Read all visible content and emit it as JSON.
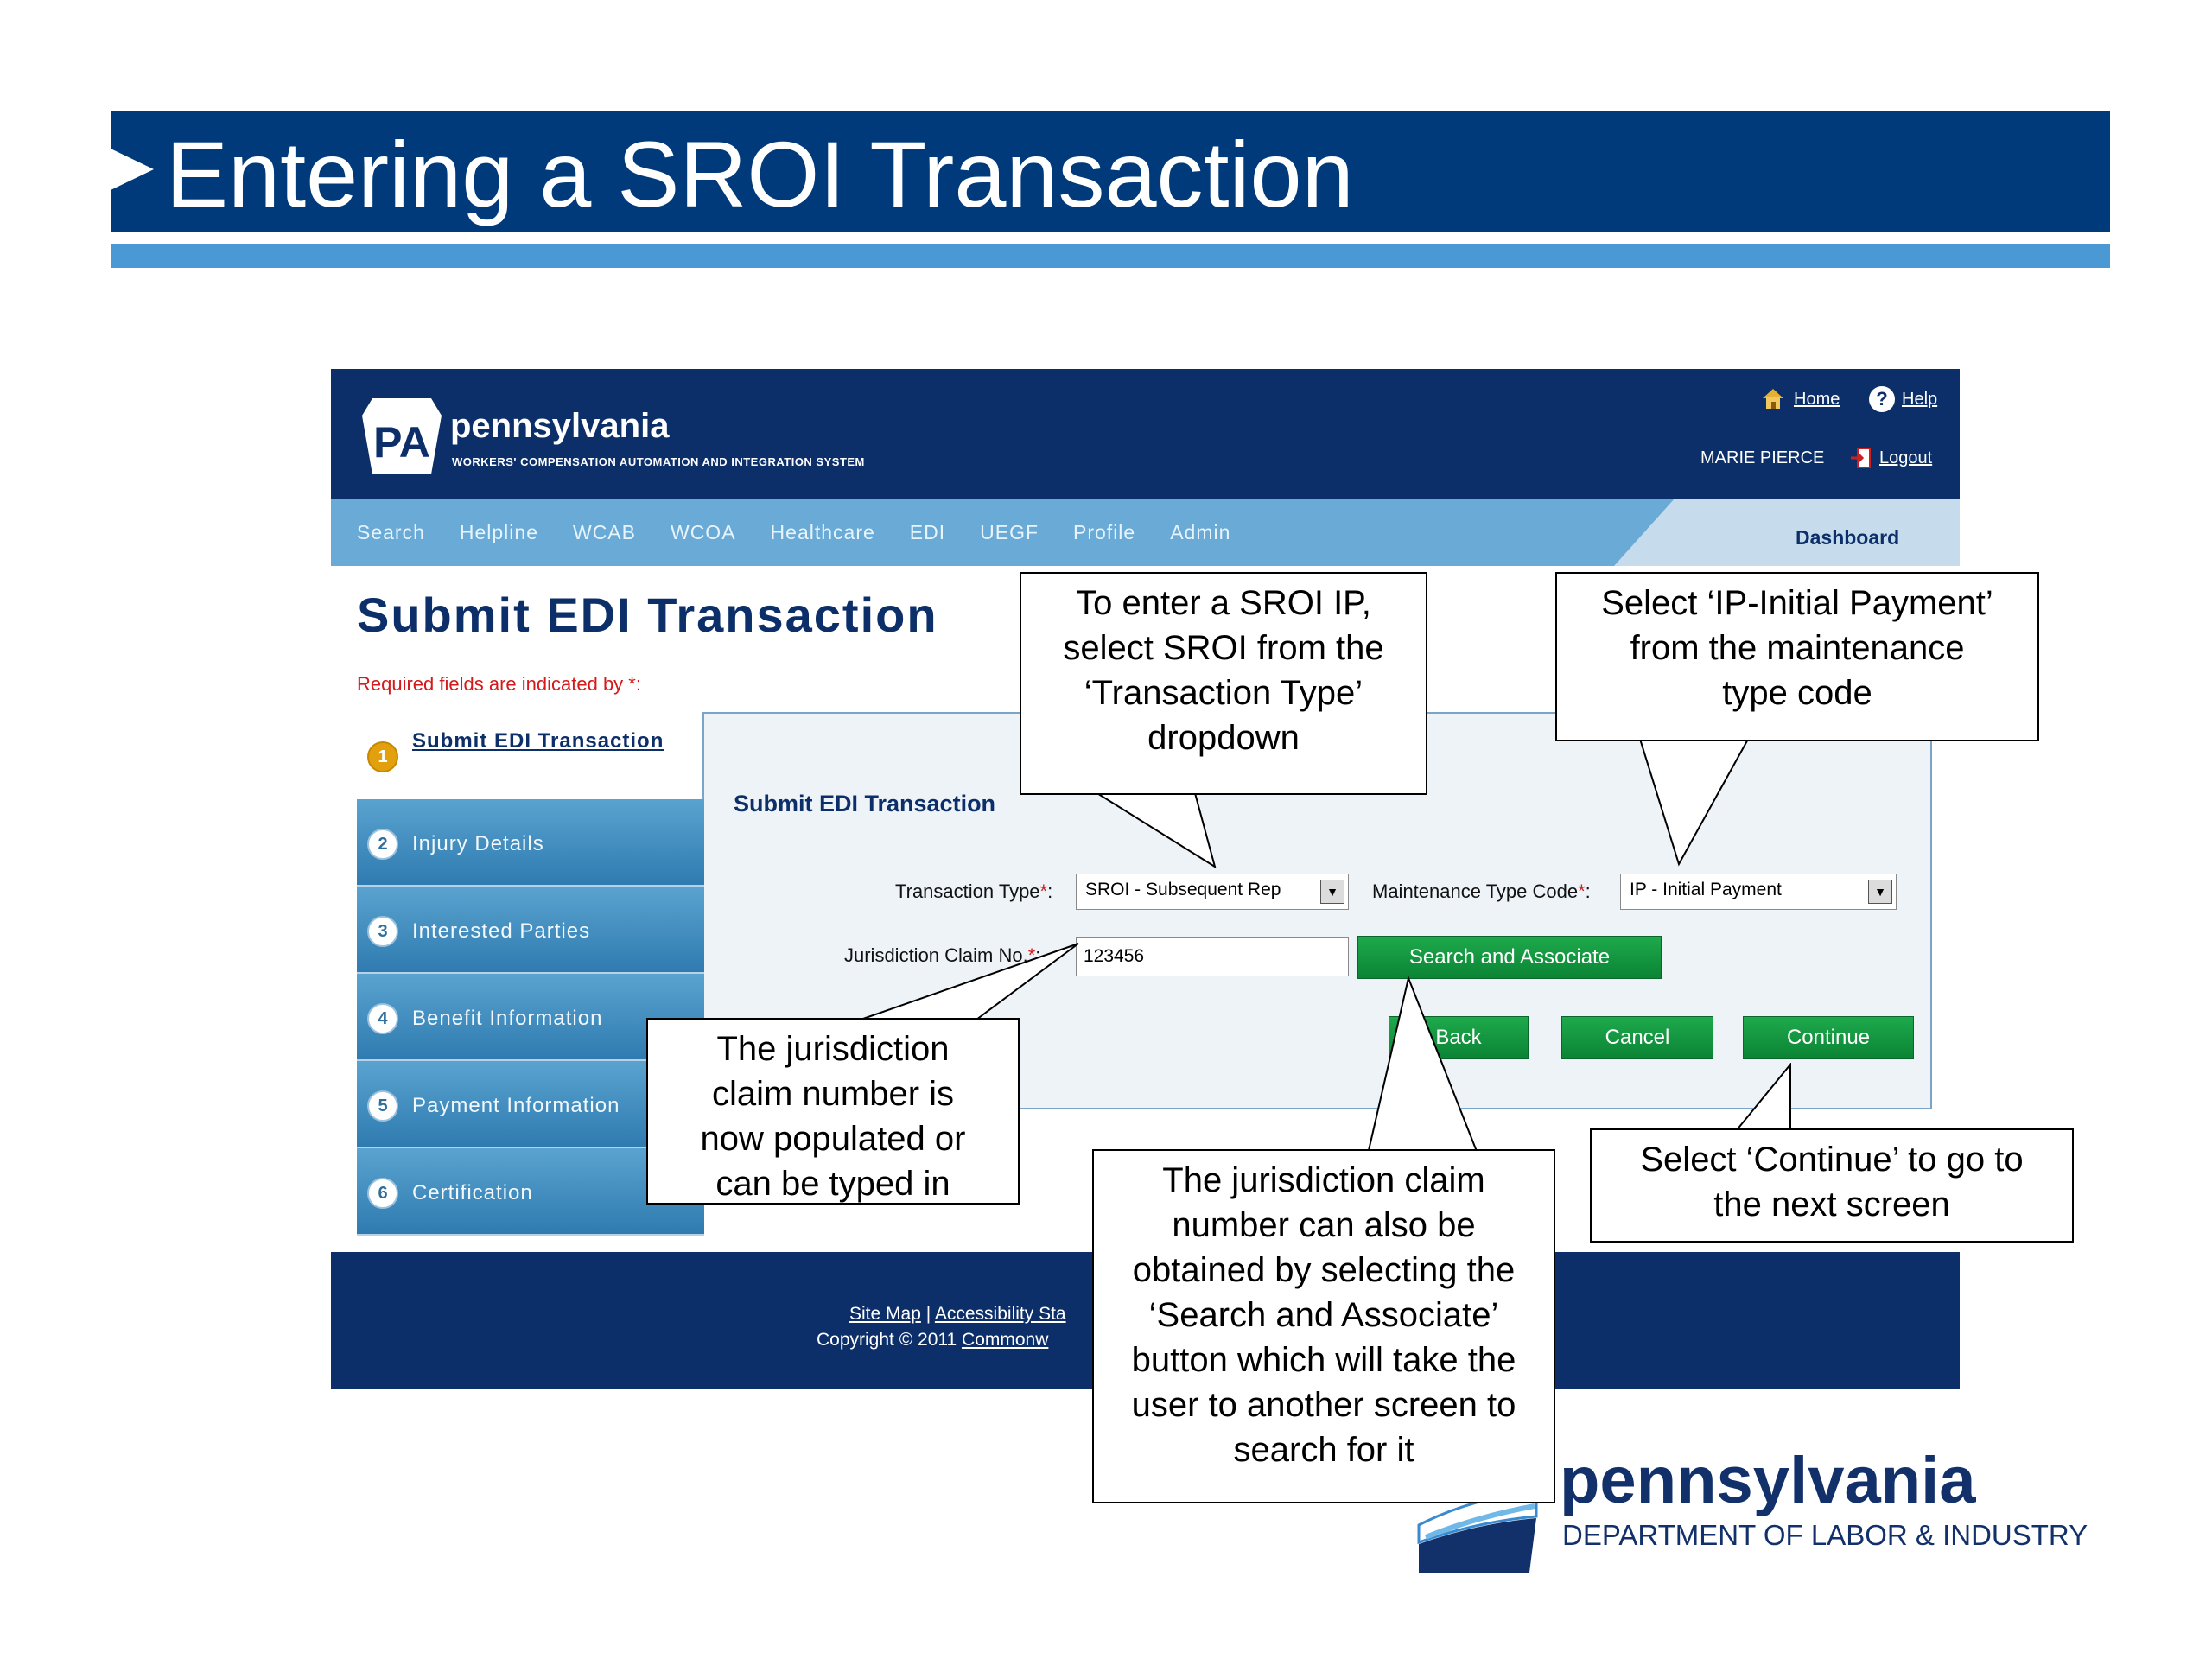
{
  "slide": {
    "title": "Entering a SROI Transaction"
  },
  "app": {
    "brand_mark": "PA",
    "brand_name": "pennsylvania",
    "brand_subtitle": "WORKERS' COMPENSATION AUTOMATION AND INTEGRATION SYSTEM",
    "header_links": {
      "home": "Home",
      "help": "Help",
      "user": "MARIE PIERCE",
      "logout": "Logout"
    },
    "nav": [
      "Search",
      "Helpline",
      "WCAB",
      "WCOA",
      "Healthcare",
      "EDI",
      "UEGF",
      "Profile",
      "Admin"
    ],
    "dashboard": "Dashboard",
    "page_heading": "Submit EDI Transaction",
    "required_note": "Required fields are indicated by *:",
    "steps": [
      {
        "num": "1",
        "label": "Submit EDI Transaction",
        "active": true
      },
      {
        "num": "2",
        "label": "Injury Details"
      },
      {
        "num": "3",
        "label": "Interested Parties"
      },
      {
        "num": "4",
        "label": "Benefit Information"
      },
      {
        "num": "5",
        "label": "Payment Information"
      },
      {
        "num": "6",
        "label": "Certification"
      }
    ],
    "form": {
      "subtitle": "Submit EDI Transaction",
      "transaction_type_label": "Transaction Type",
      "transaction_type_value": "SROI - Subsequent Rep",
      "maintenance_type_label": "Maintenance Type Code",
      "maintenance_type_value": "IP - Initial Payment",
      "claim_no_label": "Jurisdiction Claim No.",
      "claim_no_value": "123456",
      "required_mark": "*",
      "colon": ":",
      "search_associate": "Search and Associate",
      "back": "Back",
      "cancel": "Cancel",
      "continue": "Continue"
    },
    "footer": {
      "site_map": "Site Map",
      "separator": "|",
      "accessibility": "Accessibility Sta",
      "copyright": "Copyright © 2011",
      "commonwealth": "Commonw"
    }
  },
  "callouts": {
    "transaction_type": [
      "To enter a SROI IP,",
      "select SROI from the",
      "‘Transaction Type’",
      "dropdown"
    ],
    "maintenance_type": [
      "Select ‘IP-Initial Payment’",
      "from the maintenance",
      "type code"
    ],
    "claim_number": [
      "The jurisdiction",
      "claim number is",
      "now populated or",
      "can be typed in"
    ],
    "search_associate": [
      "The jurisdiction claim",
      "number can also be",
      "obtained by selecting the",
      "‘Search and Associate’",
      "button which will take the",
      "user to another screen to",
      "search for it"
    ],
    "continue": [
      "Select ‘Continue’ to go to",
      "the next screen"
    ]
  },
  "logo": {
    "name": "pennsylvania",
    "department": "DEPARTMENT OF LABOR & INDUSTRY"
  },
  "colors": {
    "navy": "#0c2f6a",
    "title_blue": "#003a7a",
    "accent_blue": "#4a98d4",
    "nav_blue": "#6aaad6",
    "button_green": "#0b8434",
    "required_red": "#d41a1a"
  }
}
